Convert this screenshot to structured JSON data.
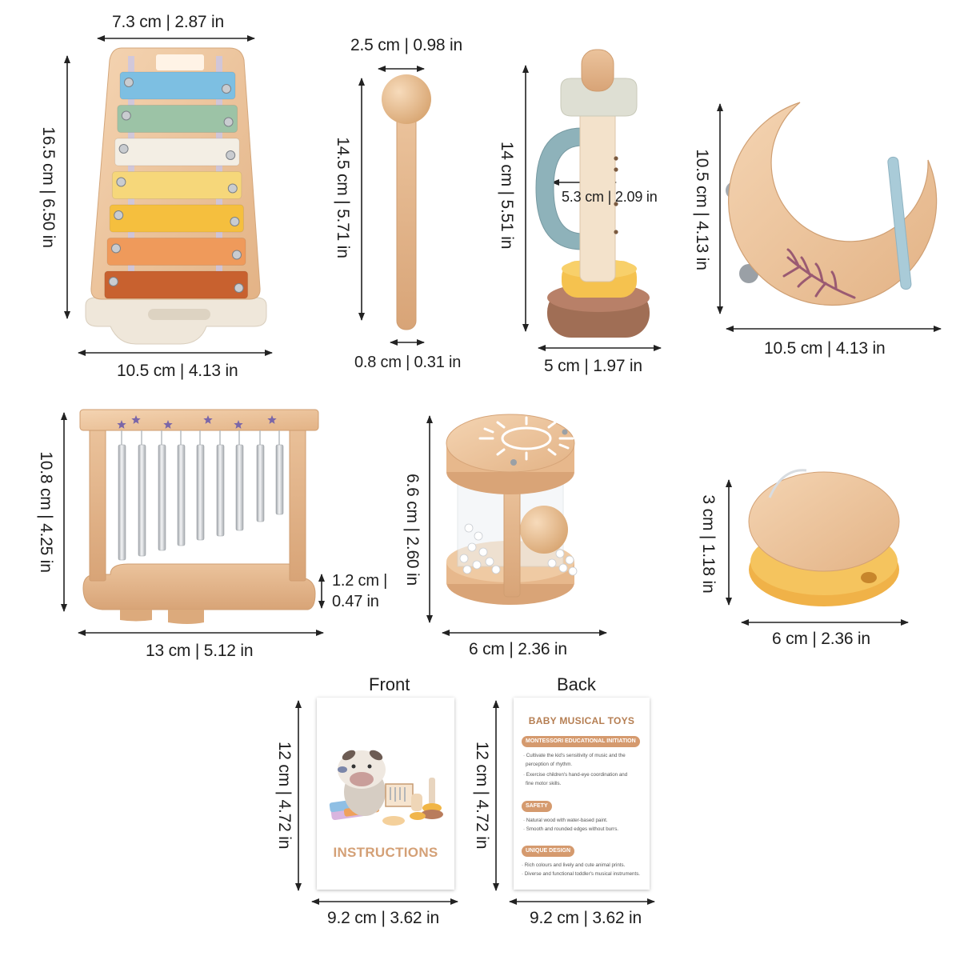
{
  "xylophone": {
    "width_top": "7.3 cm | 2.87 in",
    "height": "16.5 cm | 6.50 in",
    "width_base": "10.5 cm | 4.13 in",
    "bar_colors": [
      "#7dbfe2",
      "#9cc3a6",
      "#f3eee4",
      "#f6d77a",
      "#f5bf3e",
      "#ef9a5b",
      "#c8612f"
    ]
  },
  "mallet": {
    "head": "2.5 cm | 0.98 in",
    "length": "14.5 cm | 5.71 in",
    "handle": "0.8 cm | 0.31 in"
  },
  "trumpet": {
    "height": "14 cm | 5.51 in",
    "handle": "5.3 cm | 2.09 in",
    "base": "5 cm | 1.97 in"
  },
  "moon_tambourine": {
    "height": "10.5 cm | 4.13 in",
    "width": "10.5 cm | 4.13 in"
  },
  "chimes": {
    "height": "10.8 cm | 4.25 in",
    "base_thickness_line1": "1.2 cm |",
    "base_thickness_line2": "0.47 in",
    "width": "13 cm | 5.12 in"
  },
  "rattle": {
    "height": "6.6 cm | 2.60 in",
    "width": "6 cm | 2.36 in"
  },
  "castanet": {
    "height": "3 cm | 1.18 in",
    "width": "6 cm | 2.36 in"
  },
  "manual": {
    "front_label": "Front",
    "back_label": "Back",
    "front_height": "12 cm | 4.72 in",
    "back_height": "12 cm | 4.72 in",
    "front_width": "9.2 cm | 3.62 in",
    "back_width": "9.2 cm | 3.62 in",
    "front_title": "INSTRUCTIONS",
    "back_title": "BABY MUSICAL TOYS",
    "sections": [
      {
        "title": "MONTESSORI EDUCATIONAL INITIATION",
        "lines": [
          "· Cultivate the kid's sensitivity of music and the",
          "perception of rhythm.",
          "· Exercise children's hand-eye coordination and",
          "fine motor skills."
        ]
      },
      {
        "title": "SAFETY",
        "lines": [
          "· Natural wood with water-based paint.",
          "· Smooth and rounded edges without burrs."
        ]
      },
      {
        "title": "UNIQUE DESIGN",
        "lines": [
          "· Rich colours and lively and cute animal prints.",
          "· Diverse and functional toddler's musical instruments."
        ]
      }
    ]
  }
}
